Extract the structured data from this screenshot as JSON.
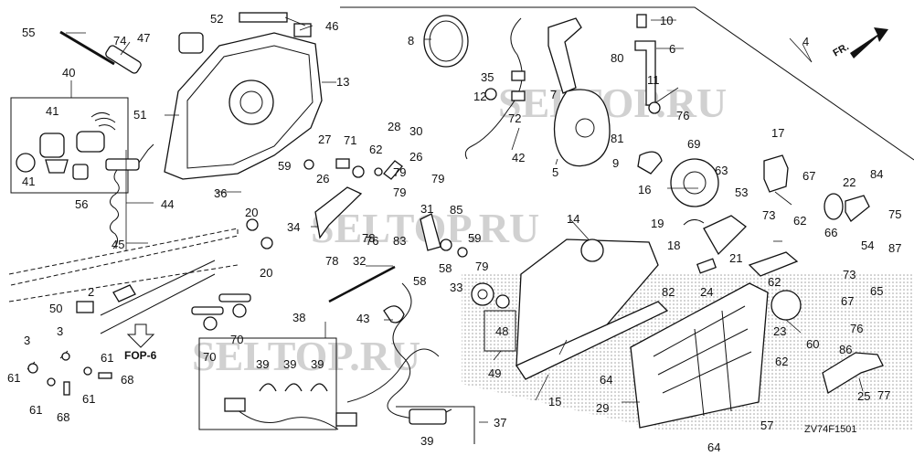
{
  "diagram_code": "ZV74F1501",
  "direction_arrow_label": "FR.",
  "reference_label": "FOP-6",
  "watermarks": [
    "SELTOP.RU",
    "SELTOP.RU",
    "SELTOP.RU"
  ],
  "part_numbers": {
    "p1": "2",
    "p2": "3",
    "p3": "3",
    "p4": "4",
    "p5": "5",
    "p6": "6",
    "p7": "7",
    "p8": "8",
    "p9": "9",
    "p10": "10",
    "p11": "11",
    "p12": "12",
    "p13": "13",
    "p14": "14",
    "p15": "15",
    "p16": "16",
    "p17": "17",
    "p18": "18",
    "p19": "19",
    "p20": "20",
    "p21": "20",
    "p22": "21",
    "p23": "22",
    "p24": "23",
    "p25": "24",
    "p26": "25",
    "p27": "26",
    "p28": "26",
    "p29": "27",
    "p30": "28",
    "p31": "29",
    "p32": "30",
    "p33": "31",
    "p34": "32",
    "p35": "33",
    "p36": "34",
    "p37": "35",
    "p38": "36",
    "p39": "37",
    "p40": "38",
    "p41": "39",
    "p42": "39",
    "p43": "39",
    "p44": "39",
    "p45": "40",
    "p46": "41",
    "p47": "41",
    "p48": "42",
    "p49": "43",
    "p50": "44",
    "p51": "45",
    "p52": "46",
    "p53": "47",
    "p54": "48",
    "p55": "49",
    "p56": "50",
    "p57": "51",
    "p58": "52",
    "p59": "53",
    "p60": "54",
    "p61": "55",
    "p62": "56",
    "p63": "57",
    "p64": "58",
    "p65": "58",
    "p66": "59",
    "p67": "59",
    "p68": "60",
    "p69": "61",
    "p70": "61",
    "p71": "61",
    "p72": "61",
    "p73": "62",
    "p74": "62",
    "p75": "62",
    "p76": "62",
    "p77": "63",
    "p78": "64",
    "p79": "64",
    "p80": "65",
    "p81": "66",
    "p82": "67",
    "p83": "67",
    "p84": "68",
    "p85": "68",
    "p86": "69",
    "p87": "70",
    "p88": "70",
    "p89": "71",
    "p90": "72",
    "p91": "73",
    "p92": "73",
    "p93": "74",
    "p94": "75",
    "p95": "76",
    "p96": "76",
    "p97": "76",
    "p98": "77",
    "p99": "78",
    "p100": "78",
    "p101": "79",
    "p102": "79",
    "p103": "79",
    "p104": "79",
    "p105": "80",
    "p106": "81",
    "p107": "82",
    "p108": "83",
    "p109": "84",
    "p110": "85",
    "p111": "86",
    "p112": "87"
  }
}
